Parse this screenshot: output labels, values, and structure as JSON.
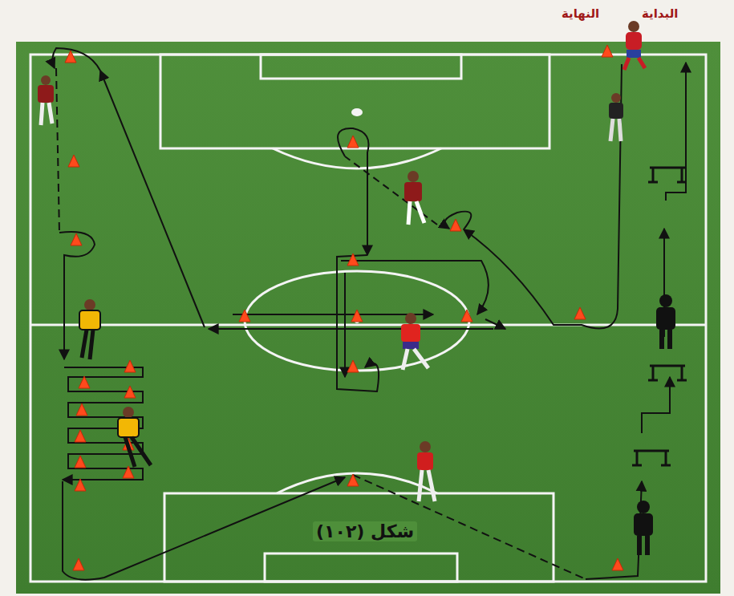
{
  "diagram": {
    "caption": "شكل (١٠٢)",
    "labels": [
      "النهاية",
      "البداية"
    ]
  }
}
